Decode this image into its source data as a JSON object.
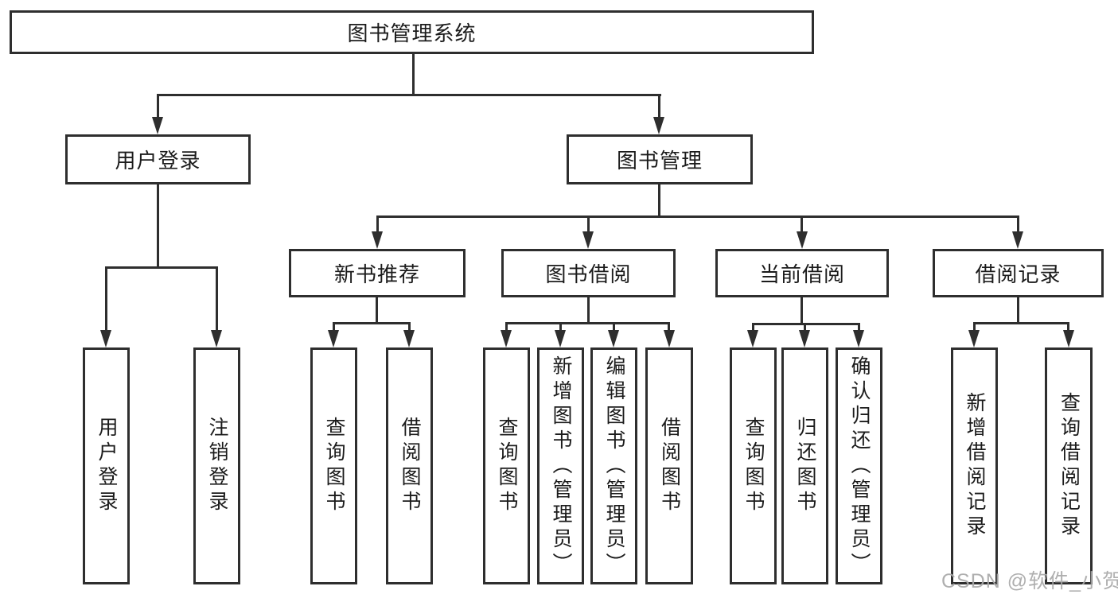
{
  "tree": {
    "root": {
      "label": "图书管理系统"
    },
    "children": [
      {
        "label": "用户登录",
        "children": [
          {
            "label": "用户登录"
          },
          {
            "label": "注销登录"
          }
        ]
      },
      {
        "label": "图书管理",
        "children": [
          {
            "label": "新书推荐",
            "children": [
              {
                "label": "查询图书"
              },
              {
                "label": "借阅图书"
              }
            ]
          },
          {
            "label": "图书借阅",
            "children": [
              {
                "label": "查询图书"
              },
              {
                "label": "新增图书（管理员）"
              },
              {
                "label": "编辑图书（管理员）"
              },
              {
                "label": "借阅图书"
              }
            ]
          },
          {
            "label": "当前借阅",
            "children": [
              {
                "label": "查询图书"
              },
              {
                "label": "归还图书"
              },
              {
                "label": "确认归还（管理员）"
              }
            ]
          },
          {
            "label": "借阅记录",
            "children": [
              {
                "label": "新增借阅记录"
              },
              {
                "label": "查询借阅记录"
              }
            ]
          }
        ]
      }
    ]
  },
  "watermark": {
    "text": "CSDN @软件_小贺同学"
  },
  "colors": {
    "line": "#2e2e2e",
    "text": "#1b1b1b",
    "background": "#ffffff",
    "watermark": "#a8a8a8"
  }
}
